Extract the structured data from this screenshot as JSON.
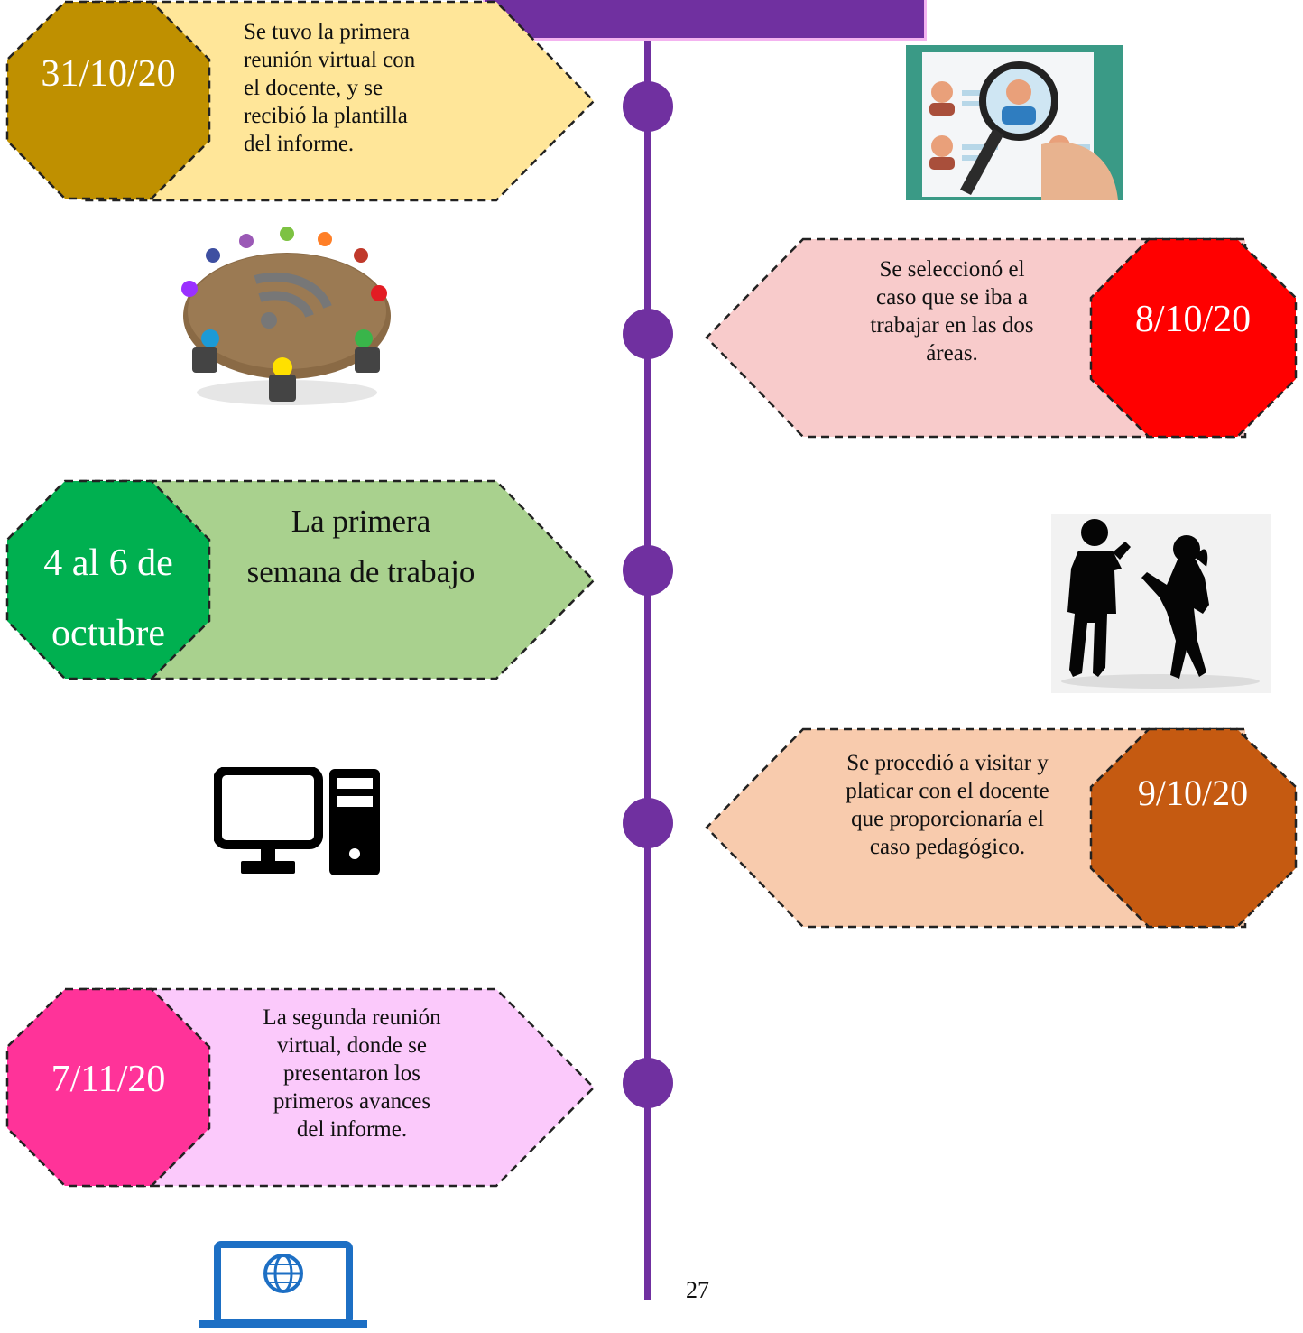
{
  "timeline": {
    "line_color": "#7030a0",
    "header_color": "#7030a0"
  },
  "events": [
    {
      "id": "e1",
      "date": "31/10/20",
      "lines": [
        "Se tuvo la primera",
        "reunión virtual con",
        "el docente, y se",
        "recibió la plantilla",
        "del informe."
      ],
      "octagon_color": "#bf9000",
      "date_color": "#ffffff",
      "box_color": "#ffe699",
      "side": "left"
    },
    {
      "id": "e2",
      "date": "8/10/20",
      "lines": [
        "Se seleccionó el",
        "caso que se iba a",
        "trabajar en las dos",
        "áreas."
      ],
      "octagon_color": "#ff0000",
      "date_color": "#ffffff",
      "box_color": "#f8cbcb",
      "side": "right"
    },
    {
      "id": "e3",
      "date": "4 al 6 de octubre",
      "date_lines": [
        "4 al 6 de",
        "octubre"
      ],
      "lines": [
        "La primera",
        "semana de trabajo"
      ],
      "octagon_color": "#00b050",
      "date_color": "#ffffff",
      "box_color": "#a9d18e",
      "side": "left"
    },
    {
      "id": "e4",
      "date": "9/10/20",
      "lines": [
        "Se procedió a visitar y",
        "platicar con el docente",
        "que proporcionaría el",
        "caso pedagógico."
      ],
      "octagon_color": "#c55a11",
      "date_color": "#ffffff",
      "box_color": "#f8cbad",
      "side": "right"
    },
    {
      "id": "e5",
      "date": "7/11/20",
      "lines": [
        "La segunda reunión",
        "virtual, donde se",
        "presentaron los",
        "primeros avances",
        "del informe."
      ],
      "octagon_color": "#ff3399",
      "date_color": "#ffffff",
      "box_color": "#fbc9fb",
      "side": "left"
    }
  ],
  "page_number": "27",
  "icons": {
    "magnifier": "magnifier-candidates-icon",
    "meeting": "round-table-meeting-icon",
    "conversation": "conversation-silhouettes-icon",
    "desktop": "desktop-computer-icon",
    "web": "web-laptop-icon"
  }
}
